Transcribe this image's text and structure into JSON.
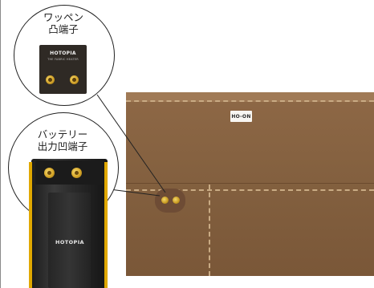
{
  "callouts": {
    "patch": {
      "label_line1": "ワッペン",
      "label_line2": "凸端子",
      "plate_brand": "HOTOPIA",
      "plate_sub": "THE FABRIC HEATER"
    },
    "battery": {
      "label_line1": "バッテリー",
      "label_line2": "出力凹端子",
      "battery_brand": "HOTOPIA"
    }
  },
  "fabric": {
    "brand_tag": "HO-ON"
  },
  "colors": {
    "fabric": "#83603f",
    "stitch": "#c9ab84",
    "gold_terminal": "#d2a229",
    "battery_accent": "#e0a800",
    "outline": "#222222"
  }
}
